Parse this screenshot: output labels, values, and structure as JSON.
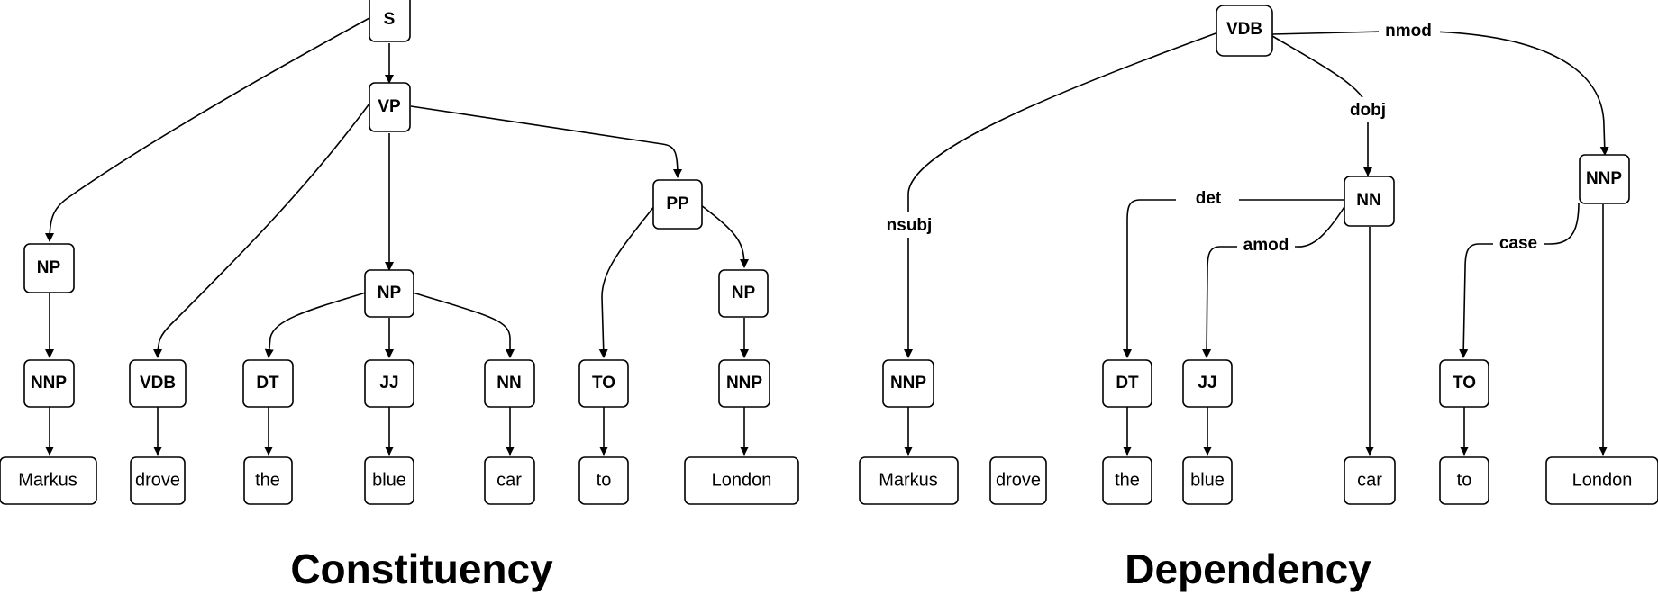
{
  "constituency": {
    "title": "Constituency",
    "nodes": {
      "s": "S",
      "vp": "VP",
      "np_subj": "NP",
      "pp": "PP",
      "np_obj": "NP",
      "np_pp": "NP",
      "nnp1": "NNP",
      "vdb": "VDB",
      "dt": "DT",
      "jj": "JJ",
      "nn": "NN",
      "to": "TO",
      "nnp2": "NNP"
    },
    "words": {
      "w1": "Markus",
      "w2": "drove",
      "w3": "the",
      "w4": "blue",
      "w5": "car",
      "w6": "to",
      "w7": "London"
    }
  },
  "dependency": {
    "title": "Dependency",
    "nodes": {
      "vdb": "VDB",
      "nn": "NN",
      "nnp_right": "NNP",
      "nnp": "NNP",
      "dt": "DT",
      "jj": "JJ",
      "to": "TO"
    },
    "words": {
      "w1": "Markus",
      "w2": "drove",
      "w3": "the",
      "w4": "blue",
      "w5": "car",
      "w6": "to",
      "w7": "London"
    },
    "edge_labels": {
      "nmod": "nmod",
      "dobj": "dobj",
      "nsubj": "nsubj",
      "det": "det",
      "amod": "amod",
      "case": "case"
    }
  }
}
